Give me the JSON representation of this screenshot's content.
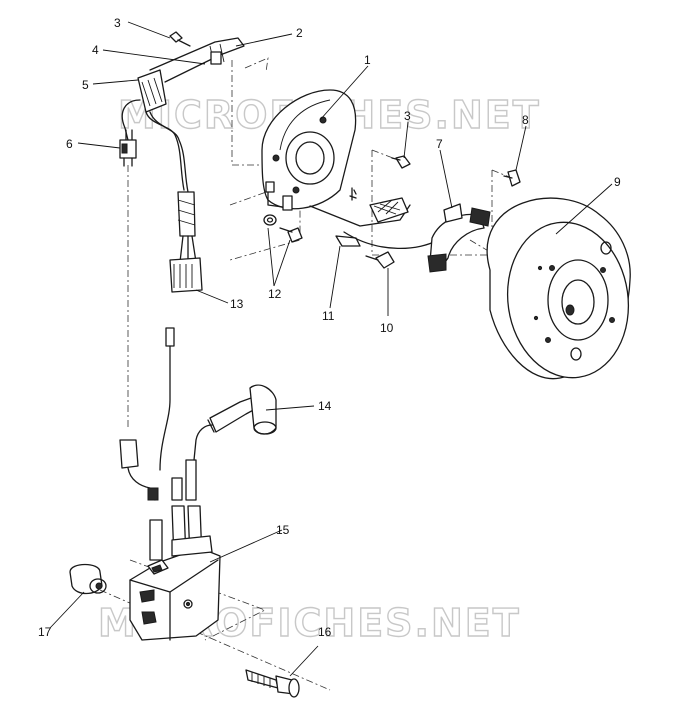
{
  "watermark": {
    "text": "MICROFICHES.NET",
    "color": "#c8c8c8"
  },
  "callouts": [
    "1",
    "2",
    "3",
    "3",
    "4",
    "5",
    "6",
    "7",
    "8",
    "9",
    "10",
    "11",
    "12",
    "13",
    "14",
    "15",
    "16",
    "17"
  ]
}
